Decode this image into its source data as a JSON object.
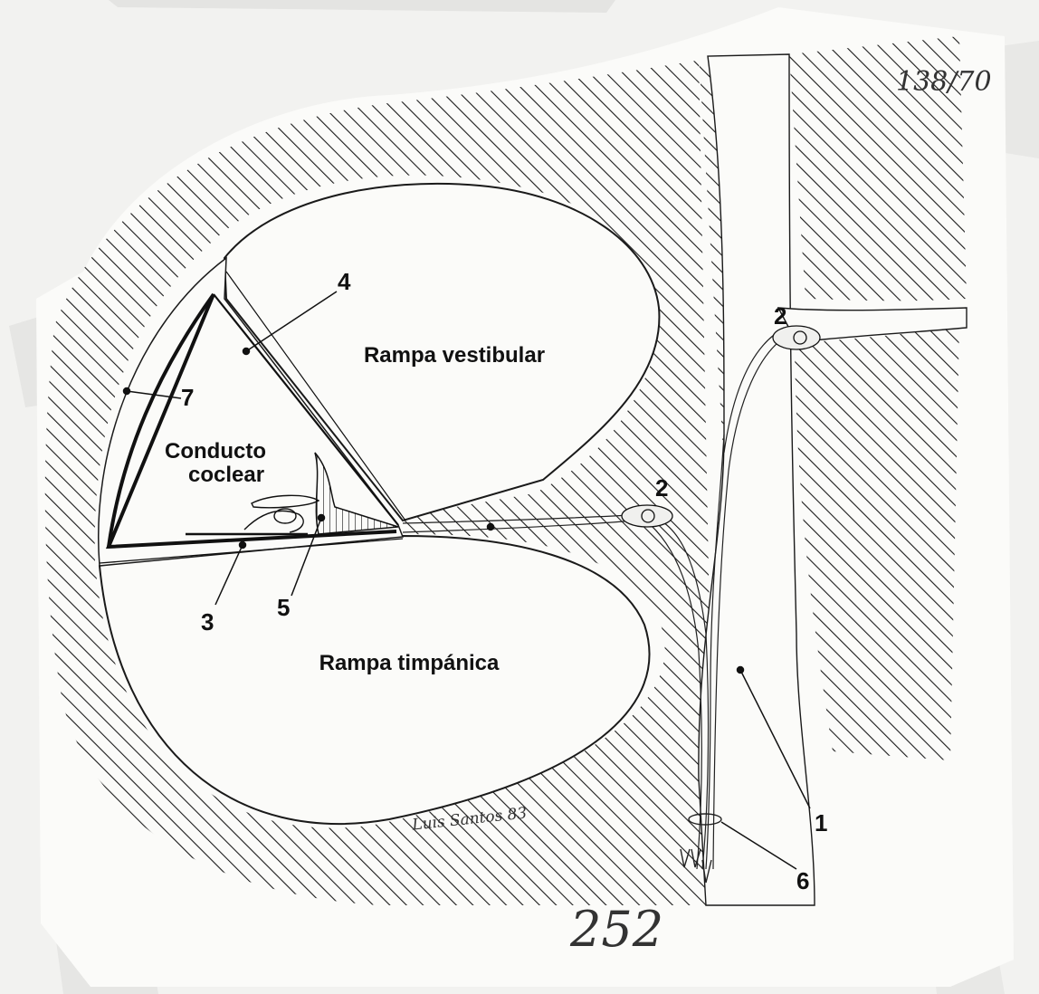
{
  "labels": {
    "rampa_vestibular": "Rampa vestibular",
    "conducto_line1": "Conducto",
    "conducto_line2": "coclear",
    "rampa_timpanica": "Rampa timpánica"
  },
  "markers": {
    "m1": "1",
    "m2a": "2",
    "m2b": "2",
    "m3": "3",
    "m4": "4",
    "m5": "5",
    "m6": "6",
    "m7": "7"
  },
  "handwriting": {
    "signature": "Luis Santos 83",
    "catalog": "138/70",
    "page": "252"
  },
  "colors": {
    "paper": "#fbfbf9",
    "background": "#f2f2f0",
    "ink": "#111111",
    "tape": "#e6e6e4"
  }
}
